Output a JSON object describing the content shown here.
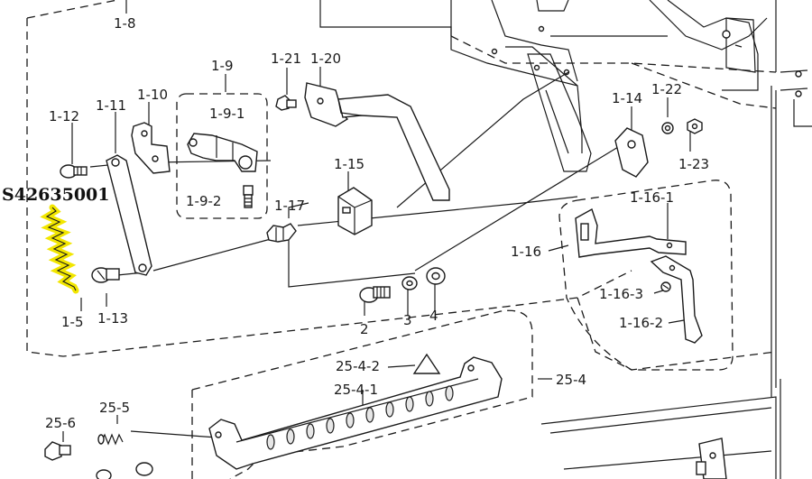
{
  "highlight_code": "S42635001",
  "labels": {
    "l_1_8": "1-8",
    "l_1_9": "1-9",
    "l_1_9_1": "1-9-1",
    "l_1_9_2": "1-9-2",
    "l_1_10": "1-10",
    "l_1_11": "1-11",
    "l_1_12": "1-12",
    "l_1_13": "1-13",
    "l_1_5": "1-5",
    "l_1_14": "1-14",
    "l_1_15": "1-15",
    "l_1_16": "1-16",
    "l_1_16_1": "1-16-1",
    "l_1_16_2": "1-16-2",
    "l_1_16_3": "1-16-3",
    "l_1_17": "1-17",
    "l_1_20": "1-20",
    "l_1_21": "1-21",
    "l_1_22": "1-22",
    "l_1_23": "1-23",
    "l_2": "2",
    "l_3": "3",
    "l_4": "4",
    "l_25_4": "25-4",
    "l_25_4_1": "25-4-1",
    "l_25_4_2": "25-4-2",
    "l_25_5": "25-5",
    "l_25_6": "25-6"
  },
  "colors": {
    "highlight_spring": "#f2e600",
    "line": "#1a1a1a"
  }
}
